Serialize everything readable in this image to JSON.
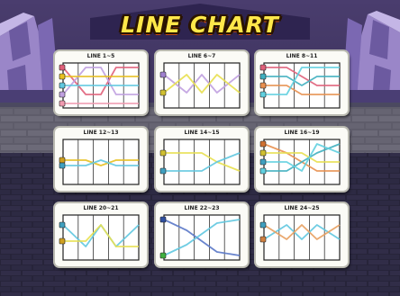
{
  "screen": {
    "title": "LINE CHART",
    "colors": {
      "sky": "#3a2a5e",
      "brick": "#26233a",
      "wall": "#5f5d6a",
      "title_fill": "#ffe84a",
      "title_outline": "#c4480e"
    }
  },
  "cards": [
    {
      "label": "LINE 1~5",
      "lines": [
        {
          "color": "#e0607a",
          "pts": [
            [
              0,
              0
            ],
            [
              1,
              3
            ],
            [
              2,
              3
            ],
            [
              3,
              0
            ],
            [
              4,
              0
            ]
          ]
        },
        {
          "color": "#c0a0e0",
          "pts": [
            [
              0,
              3
            ],
            [
              1,
              0
            ],
            [
              2,
              0
            ],
            [
              3,
              3
            ],
            [
              4,
              3
            ]
          ]
        },
        {
          "color": "#e8c020",
          "pts": [
            [
              0,
              1
            ],
            [
              1,
              1
            ],
            [
              2,
              1
            ],
            [
              3,
              1
            ],
            [
              4,
              1
            ]
          ]
        },
        {
          "color": "#60c8e0",
          "pts": [
            [
              0,
              2
            ],
            [
              1,
              2
            ],
            [
              2,
              2
            ],
            [
              3,
              2
            ],
            [
              4,
              2
            ]
          ]
        },
        {
          "color": "#f09ab0",
          "pts": [
            [
              0,
              4
            ],
            [
              1,
              4
            ],
            [
              2,
              4
            ],
            [
              3,
              4
            ],
            [
              4,
              4
            ]
          ]
        }
      ],
      "markers": [
        {
          "row": 0,
          "color": "#e0607a"
        },
        {
          "row": 1,
          "color": "#e8c020"
        },
        {
          "row": 2,
          "color": "#60c8e0"
        },
        {
          "row": 3,
          "color": "#c0a0e0"
        },
        {
          "row": 4,
          "color": "#f09ab0"
        }
      ]
    },
    {
      "label": "LINE 6~7",
      "lines": [
        {
          "color": "#c0a0e0",
          "pts": [
            [
              0,
              0.8
            ],
            [
              1,
              2.8
            ],
            [
              2,
              0.8
            ],
            [
              3,
              2.8
            ],
            [
              4,
              0.8
            ]
          ]
        },
        {
          "color": "#e8e050",
          "pts": [
            [
              0,
              2.8
            ],
            [
              1,
              0.8
            ],
            [
              2,
              2.8
            ],
            [
              3,
              0.8
            ],
            [
              4,
              2.8
            ]
          ]
        }
      ],
      "markers": [
        {
          "row": 0.8,
          "color": "#a080d0"
        },
        {
          "row": 2.8,
          "color": "#d0c030"
        }
      ]
    },
    {
      "label": "LINE 8~11",
      "lines": [
        {
          "color": "#e0607a",
          "pts": [
            [
              0,
              0
            ],
            [
              1,
              0
            ],
            [
              2,
              1
            ],
            [
              3,
              2
            ],
            [
              4,
              2
            ]
          ]
        },
        {
          "color": "#40b0c0",
          "pts": [
            [
              0,
              1
            ],
            [
              1,
              1
            ],
            [
              2,
              2
            ],
            [
              3,
              1
            ],
            [
              4,
              1
            ]
          ]
        },
        {
          "color": "#e89050",
          "pts": [
            [
              0,
              2
            ],
            [
              1,
              2
            ],
            [
              2,
              3
            ],
            [
              3,
              3
            ],
            [
              4,
              3
            ]
          ]
        },
        {
          "color": "#60d0e0",
          "pts": [
            [
              0,
              3
            ],
            [
              1,
              3
            ],
            [
              2,
              0
            ],
            [
              3,
              0
            ],
            [
              4,
              0
            ]
          ]
        }
      ],
      "markers": [
        {
          "row": 0,
          "color": "#e0607a"
        },
        {
          "row": 1,
          "color": "#40b0c0"
        },
        {
          "row": 2,
          "color": "#e89050"
        },
        {
          "row": 3,
          "color": "#60d0e0"
        }
      ]
    },
    {
      "label": "LINE 12~13",
      "lines": [
        {
          "color": "#e8c020",
          "pts": [
            [
              0,
              1.8
            ],
            [
              1,
              1.8
            ],
            [
              2,
              2.4
            ],
            [
              3,
              1.8
            ],
            [
              4,
              1.8
            ]
          ]
        },
        {
          "color": "#60c8e0",
          "pts": [
            [
              0,
              2.4
            ],
            [
              1,
              2.4
            ],
            [
              2,
              1.8
            ],
            [
              3,
              2.4
            ],
            [
              4,
              2.4
            ]
          ]
        }
      ],
      "markers": [
        {
          "row": 1.8,
          "color": "#d0a020"
        },
        {
          "row": 2.4,
          "color": "#40a0c0"
        }
      ]
    },
    {
      "label": "LINE 14~15",
      "lines": [
        {
          "color": "#e8e050",
          "pts": [
            [
              0,
              1
            ],
            [
              1,
              1
            ],
            [
              2,
              1
            ],
            [
              3,
              2
            ],
            [
              4,
              3
            ]
          ]
        },
        {
          "color": "#60c8e0",
          "pts": [
            [
              0,
              3
            ],
            [
              1,
              3
            ],
            [
              2,
              3
            ],
            [
              3,
              2
            ],
            [
              4,
              1
            ]
          ]
        }
      ],
      "markers": [
        {
          "row": 1,
          "color": "#d0c030"
        },
        {
          "row": 3,
          "color": "#40a0c0"
        }
      ]
    },
    {
      "label": "LINE 16~19",
      "lines": [
        {
          "color": "#e89050",
          "pts": [
            [
              0,
              0
            ],
            [
              1,
              1
            ],
            [
              2,
              2
            ],
            [
              3,
              3
            ],
            [
              4,
              3
            ]
          ]
        },
        {
          "color": "#40b0c0",
          "pts": [
            [
              0,
              3
            ],
            [
              1,
              3
            ],
            [
              2,
              2
            ],
            [
              3,
              1
            ],
            [
              4,
              0
            ]
          ]
        },
        {
          "color": "#e8e050",
          "pts": [
            [
              0,
              1
            ],
            [
              1,
              1
            ],
            [
              2,
              1
            ],
            [
              3,
              2
            ],
            [
              4,
              2
            ]
          ]
        },
        {
          "color": "#60d0e0",
          "pts": [
            [
              0,
              2
            ],
            [
              1,
              2
            ],
            [
              2,
              3
            ],
            [
              3,
              0
            ],
            [
              4,
              1
            ]
          ]
        }
      ],
      "markers": [
        {
          "row": 0,
          "color": "#d07030"
        },
        {
          "row": 1,
          "color": "#d0c030"
        },
        {
          "row": 2,
          "color": "#40a0c0"
        },
        {
          "row": 3,
          "color": "#60d0e0"
        }
      ]
    },
    {
      "label": "LINE 20~21",
      "lines": [
        {
          "color": "#60c8e0",
          "pts": [
            [
              0,
              0.6
            ],
            [
              1,
              3
            ],
            [
              2,
              0.6
            ],
            [
              3,
              3
            ],
            [
              4,
              0.6
            ]
          ]
        },
        {
          "color": "#e8e050",
          "pts": [
            [
              0,
              2.4
            ],
            [
              1,
              2.4
            ],
            [
              2,
              0.6
            ],
            [
              3,
              3
            ],
            [
              4,
              3
            ]
          ]
        }
      ],
      "markers": [
        {
          "row": 0.6,
          "color": "#40a0c0"
        },
        {
          "row": 2.4,
          "color": "#d0a020"
        }
      ]
    },
    {
      "label": "LINE 22~23",
      "lines": [
        {
          "color": "#5a78c8",
          "pts": [
            [
              0,
              0
            ],
            [
              1,
              1.2
            ],
            [
              2,
              2.4
            ],
            [
              3,
              3.6
            ],
            [
              4,
              4
            ]
          ]
        },
        {
          "color": "#60c8e0",
          "pts": [
            [
              0,
              4
            ],
            [
              1,
              2.8
            ],
            [
              2,
              1.6
            ],
            [
              3,
              0.4
            ],
            [
              4,
              0
            ]
          ]
        }
      ],
      "markers": [
        {
          "row": 0,
          "color": "#3050a0"
        },
        {
          "row": 4,
          "color": "#40b040"
        }
      ]
    },
    {
      "label": "LINE 24~25",
      "lines": [
        {
          "color": "#60c8e0",
          "pts": [
            [
              0,
              2.2
            ],
            [
              1,
              0.6
            ],
            [
              2,
              2.2
            ],
            [
              3,
              0.6
            ],
            [
              4,
              2.2
            ]
          ]
        },
        {
          "color": "#e8a060",
          "pts": [
            [
              0,
              0.6
            ],
            [
              1,
              2.2
            ],
            [
              2,
              0.6
            ],
            [
              3,
              2.2
            ],
            [
              4,
              0.6
            ]
          ]
        }
      ],
      "markers": [
        {
          "row": 0.6,
          "color": "#40a0c0"
        },
        {
          "row": 2.2,
          "color": "#d08040"
        }
      ]
    }
  ]
}
